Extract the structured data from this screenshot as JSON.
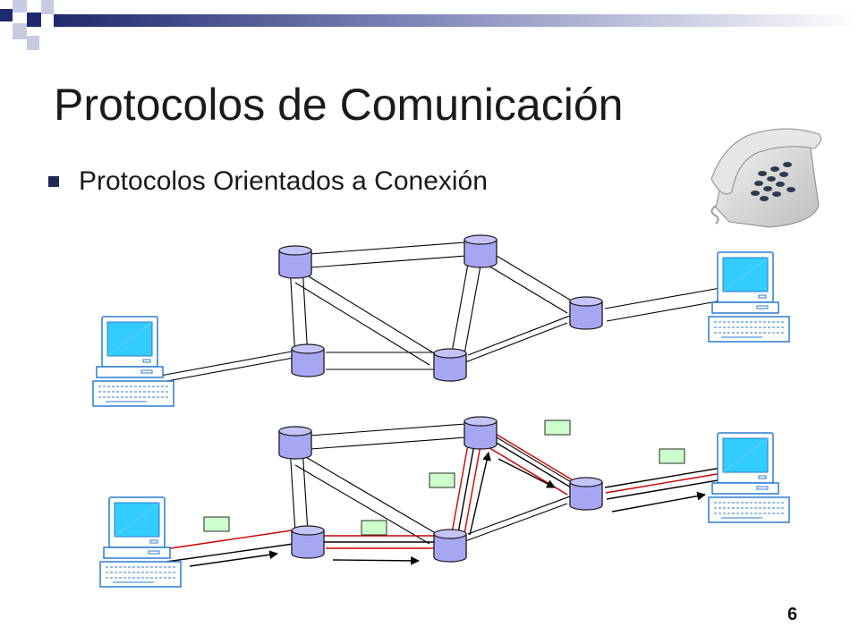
{
  "slide": {
    "title": "Protocolos de Comunicación",
    "bullet": "Protocolos Orientados a Conexión",
    "page_number": "6"
  },
  "icons": {
    "bullet": "square-bullet-icon",
    "phone": "telephone-icon",
    "computer": "desktop-computer-icon",
    "router": "network-node-cylinder-icon",
    "packet": "data-packet-icon",
    "arrow": "direction-arrow-icon"
  },
  "colors": {
    "router_fill": "#a6a6f2",
    "router_stroke": "#1a1a1a",
    "virtual_circuit": "#cc0000",
    "packet_fill": "#ccffcc",
    "monitor_screen": "#33ccff",
    "bullet": "#1f2a5a",
    "header_blue": "#1f2a6e"
  }
}
